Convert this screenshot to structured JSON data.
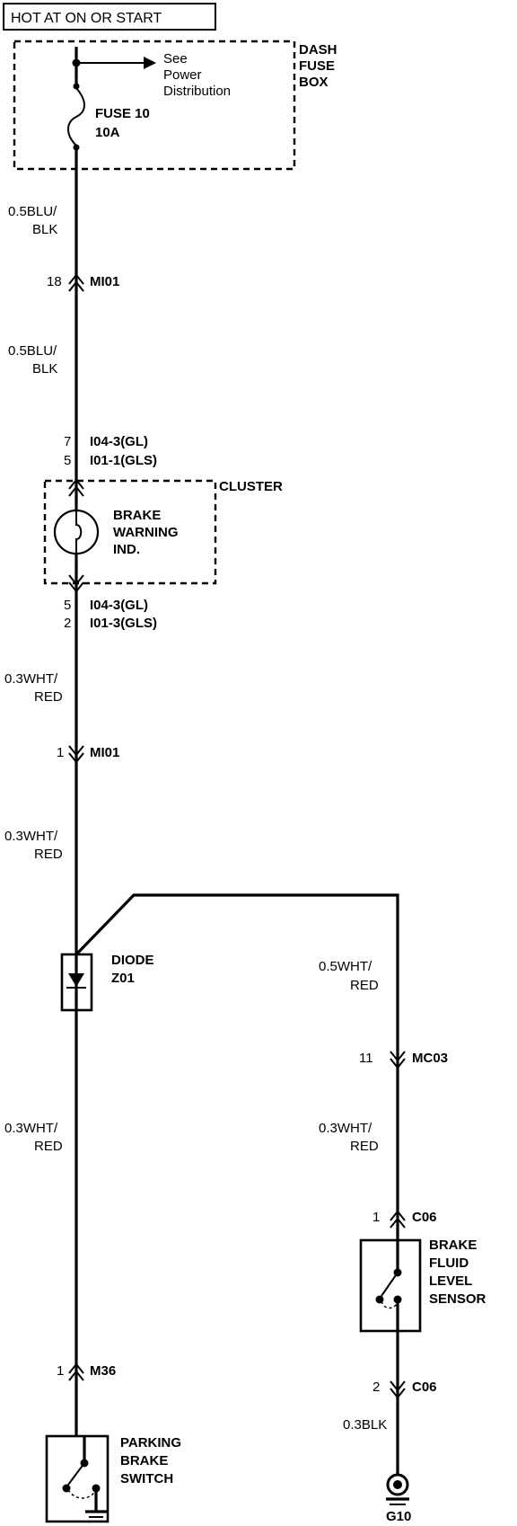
{
  "title": "HOT AT ON OR START",
  "fuse_box": {
    "label_lines": [
      "DASH",
      "FUSE",
      "BOX"
    ],
    "see_lines": [
      "See",
      "Power",
      "Distribution"
    ],
    "fuse_name": "FUSE 10",
    "fuse_rating": "10A"
  },
  "wires": {
    "w1": [
      "0.5BLU/",
      "BLK"
    ],
    "w2": [
      "0.5BLU/",
      "BLK"
    ],
    "w3": [
      "0.3WHT/",
      "RED"
    ],
    "w4": [
      "0.3WHT/",
      "RED"
    ],
    "w5": [
      "0.3WHT/",
      "RED"
    ],
    "w6": [
      "0.5WHT/",
      "RED"
    ],
    "w7": [
      "0.3WHT/",
      "RED"
    ],
    "w8": "0.3BLK"
  },
  "connectors": {
    "mi01_top": {
      "pin": "18",
      "name": "MI01"
    },
    "cluster_in_1": {
      "pin": "7",
      "name": "I04-3(GL)"
    },
    "cluster_in_2": {
      "pin": "5",
      "name": "I01-1(GLS)"
    },
    "cluster_out_1": {
      "pin": "5",
      "name": "I04-3(GL)"
    },
    "cluster_out_2": {
      "pin": "2",
      "name": "I01-3(GLS)"
    },
    "mi01_bottom": {
      "pin": "1",
      "name": "MI01"
    },
    "mc03": {
      "pin": "11",
      "name": "MC03"
    },
    "c06_top": {
      "pin": "1",
      "name": "C06"
    },
    "c06_bottom": {
      "pin": "2",
      "name": "C06"
    },
    "m36": {
      "pin": "1",
      "name": "M36"
    }
  },
  "cluster": {
    "label": "CLUSTER",
    "indicator_lines": [
      "BRAKE",
      "WARNING",
      "IND."
    ]
  },
  "diode": {
    "label_lines": [
      "DIODE",
      "Z01"
    ]
  },
  "brake_fluid_sensor": {
    "label_lines": [
      "BRAKE",
      "FLUID",
      "LEVEL",
      "SENSOR"
    ]
  },
  "parking_switch": {
    "label_lines": [
      "PARKING",
      "BRAKE",
      "SWITCH"
    ]
  },
  "ground": {
    "label": "G10"
  }
}
